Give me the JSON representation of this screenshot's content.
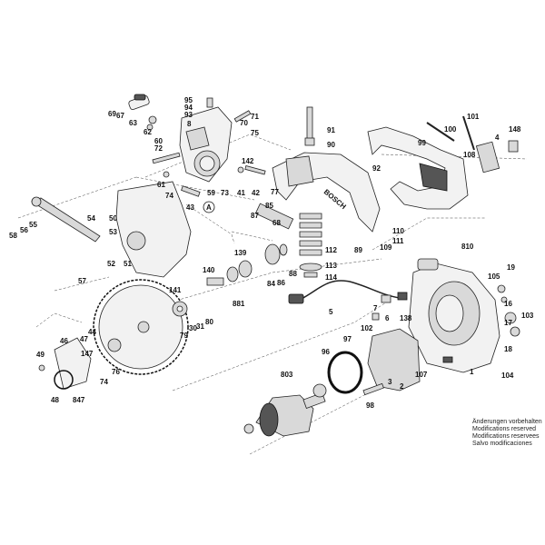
{
  "labels": [
    "69",
    "67",
    "63",
    "62",
    "60",
    "72",
    "95",
    "94",
    "93",
    "8",
    "70",
    "71",
    "75",
    "91",
    "90",
    "101",
    "100",
    "148",
    "99",
    "108",
    "4",
    "92",
    "142",
    "61",
    "59",
    "41",
    "42",
    "73",
    "43",
    "A",
    "74",
    "77",
    "85",
    "87",
    "68",
    "86",
    "89",
    "88",
    "112",
    "113",
    "114",
    "110",
    "111",
    "109",
    "810",
    "105",
    "19",
    "54",
    "50",
    "53",
    "57",
    "52",
    "51",
    "58",
    "56",
    "55",
    "139",
    "140",
    "141",
    "80",
    "30",
    "31",
    "79",
    "881",
    "84",
    "5",
    "102",
    "7",
    "6",
    "138",
    "16",
    "17",
    "103",
    "47",
    "46",
    "44",
    "76",
    "74",
    "49",
    "48",
    "847",
    "147",
    "803",
    "96",
    "97",
    "2",
    "3",
    "98",
    "107",
    "1",
    "104",
    "18"
  ],
  "notes": [
    "Änderungen vorbehalten",
    "Modifications reserved",
    "Modifications reservees",
    "Salvo modificaciones"
  ],
  "brand": "BOSCH"
}
